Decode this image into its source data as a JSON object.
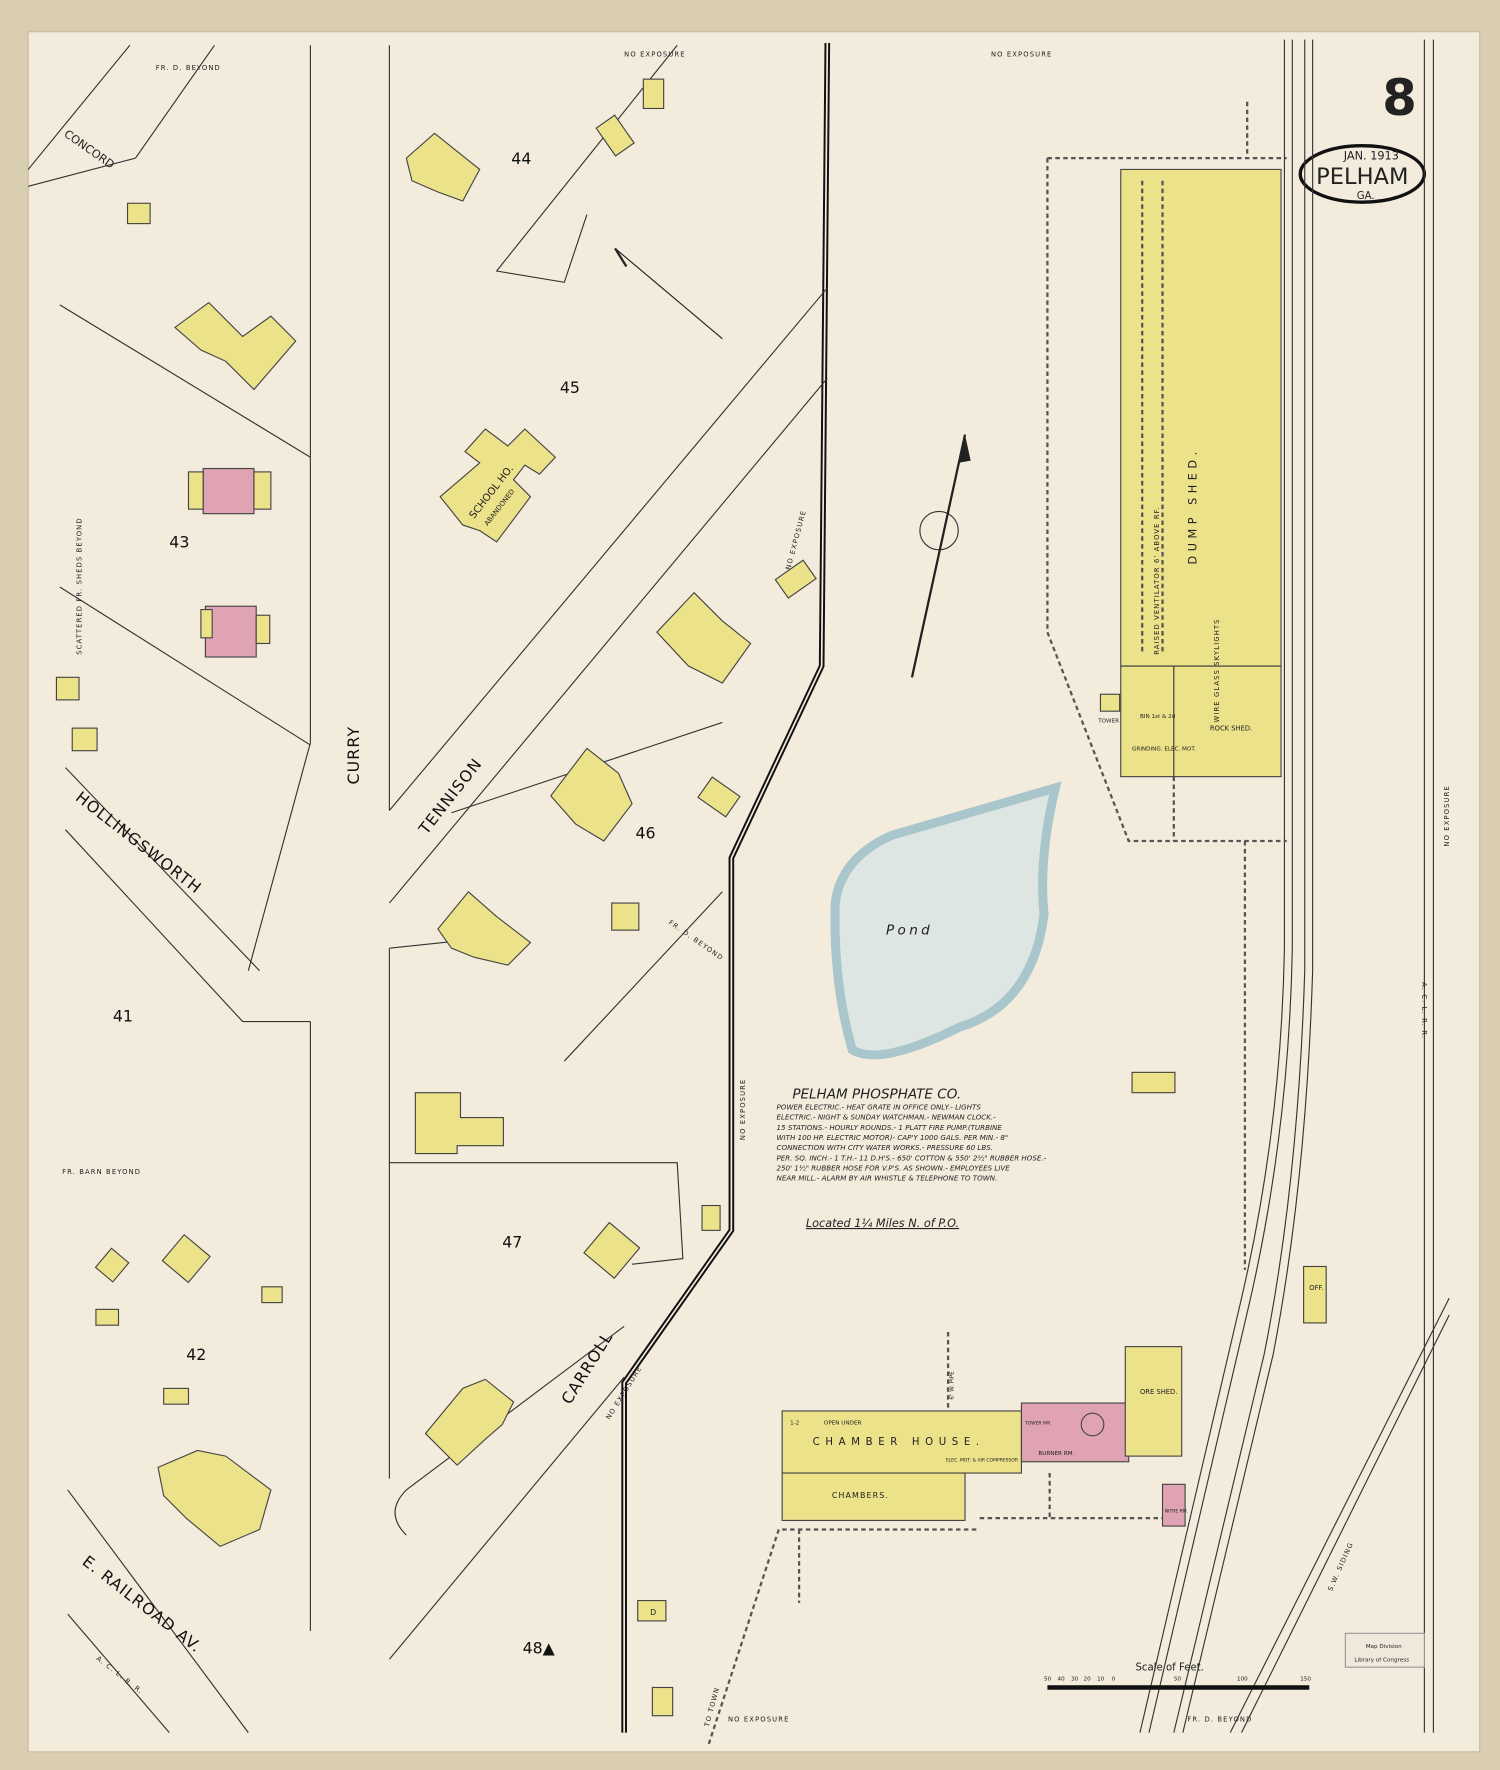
{
  "sheet": {
    "sheet_number": "8",
    "date": "JAN. 1913",
    "town": "PELHAM",
    "state": "GA.",
    "colors": {
      "paper": "#f3ebdc",
      "frame_background": "#d9cdb2",
      "frame_brick": "#e0a3b3",
      "frame_wood": "#ebe28a",
      "pond_outline": "#a9c6cc"
    }
  },
  "streets": {
    "concord": "CONCORD",
    "hollingsworth": "HOLLINGSWORTH",
    "curry": "CURRY",
    "tennison": "TENNISON",
    "carroll": "CARROLL",
    "railroad_av": "E. RAILROAD AV.",
    "aclrr_bottom": "A. C. L. R. R.",
    "aclrr_right": "A. C. L. R. R.",
    "sw_siding": "S.W. SIDING"
  },
  "blocks": [
    "41",
    "42",
    "43",
    "44",
    "45",
    "46",
    "47",
    "48▲"
  ],
  "notes": {
    "no_exposure_top_left": "NO EXPOSURE",
    "no_exposure_top_right": "NO EXPOSURE",
    "no_exposure_diagonal": "NO EXPOSURE",
    "no_exposure_vertical": "NO EXPOSURE",
    "no_exposure_right": "NO EXPOSURE",
    "no_exposure_bottom": "NO EXPOSURE",
    "no_exposure_carroll": "NO EXPOSURE",
    "fr_d_beyond_top": "FR. D. BEYOND",
    "fr_d_beyond_mid": "FR. D. BEYOND",
    "fr_d_beyond_bottom": "FR. D. BEYOND",
    "fr_barn_beyond": "FR. BARN BEYOND",
    "scattered_sheds": "SCATTERED FR. SHEDS BEYOND",
    "to_town": "TO TOWN",
    "school": "SCHOOL HO.",
    "school_status": "ABANDONED",
    "pond": "Pond",
    "located": "Located 1¼ Miles N. of P.O.",
    "scale_title": "Scale of Feet.",
    "scale_ticks": [
      "50",
      "40",
      "30",
      "20",
      "10",
      "0",
      "50",
      "100",
      "150"
    ],
    "stamp_line1": "Map Division",
    "stamp_line2": "Library of Congress"
  },
  "company": {
    "name": "PELHAM PHOSPHATE CO.",
    "description": [
      "POWER ELECTRIC.- HEAT GRATE IN OFFICE ONLY.- LIGHTS",
      "ELECTRIC.- NIGHT & SUNDAY WATCHMAN.- NEWMAN CLOCK.-",
      "15 STATIONS.- HOURLY ROUNDS.- 1 PLATT FIRE PUMP.(TURBINE",
      "WITH 100 HP. ELECTRIC MOTOR)- CAP'Y 1000 GALS. PER MIN.- 8\"",
      "CONNECTION WITH CITY WATER WORKS.- PRESSURE 60 LBS.",
      "PER. SQ. INCH.- 1 T.H.- 11 D.H'S.- 650' COTTON & 550' 2½\" RUBBER HOSE.-",
      "250' 1½\" RUBBER HOSE FOR V.P'S. AS SHOWN.- EMPLOYEES LIVE",
      "NEAR MILL.- ALARM BY AIR WHISTLE & TELEPHONE TO TOWN."
    ]
  },
  "buildings": {
    "dump_shed": "DUMP SHED.",
    "ventilator": "RAISED VENTILATOR 6' ABOVE RF.",
    "skylights": "WIRE GLASS SKYLIGHTS",
    "rock_shed": "ROCK SHED.",
    "grinding": "GRINDING. ELEC. MOT.",
    "bin": "BIN 1st & 2d",
    "tower": "TOWER",
    "chamber_house": "CHAMBER HOUSE.",
    "open_under": "OPEN UNDER",
    "chambers": "CHAMBERS.",
    "elec_mot": "ELEC. MOT. & AIR COMPRESSOR",
    "burner": "BURNER RM.",
    "tower_rm": "TOWER RM.",
    "ore_shed": "ORE SHED.",
    "nitre": "NITRE RM.",
    "office": "OFF.",
    "dwelling": "D",
    "stories": "1-2",
    "pipe": "6\" W. PIPE"
  }
}
